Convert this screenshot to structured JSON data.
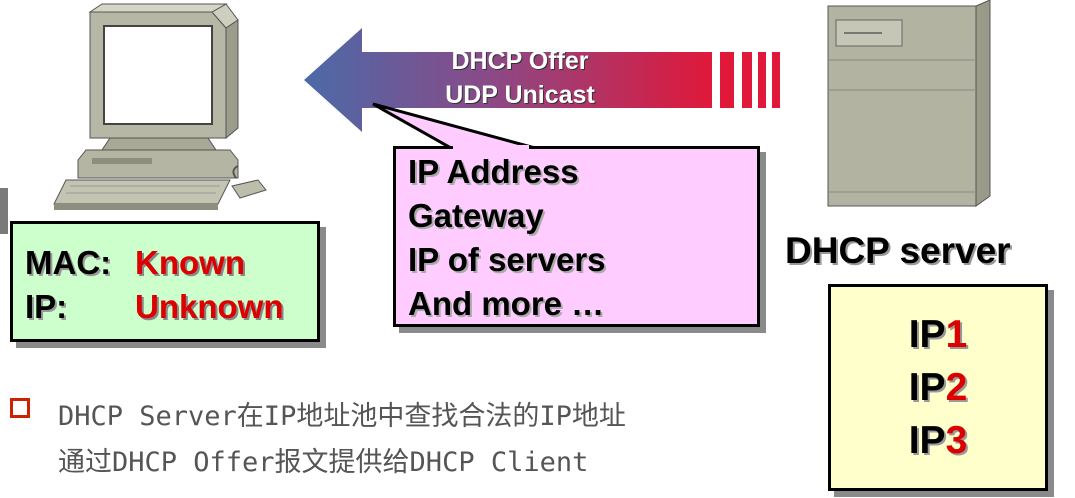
{
  "arrow": {
    "line1": "DHCP Offer",
    "line2": "UDP Unicast",
    "colors": {
      "left": "#4a6aa8",
      "right": "#e01a3a"
    }
  },
  "client": {
    "mac_label": "MAC:",
    "mac_value": "Known",
    "ip_label": "IP:",
    "ip_value": "Unknown"
  },
  "callout": {
    "lines": [
      "IP Address",
      "Gateway",
      "IP of servers",
      "And more …"
    ]
  },
  "server": {
    "title": "DHCP server",
    "pool": [
      {
        "prefix": "IP",
        "num": "1"
      },
      {
        "prefix": "IP",
        "num": "2"
      },
      {
        "prefix": "IP",
        "num": "3"
      }
    ]
  },
  "bullet_text": {
    "line1": "DHCP Server在IP地址池中查找合法的IP地址",
    "line2": "通过DHCP Offer报文提供给DHCP Client"
  },
  "colors": {
    "client_box": "#ccffcc",
    "callout_box": "#ffccff",
    "pool_box": "#ffffcc",
    "highlight_red": "#dd0000"
  },
  "icons": [
    "client-computer-icon",
    "dhcp-server-tower-icon"
  ]
}
